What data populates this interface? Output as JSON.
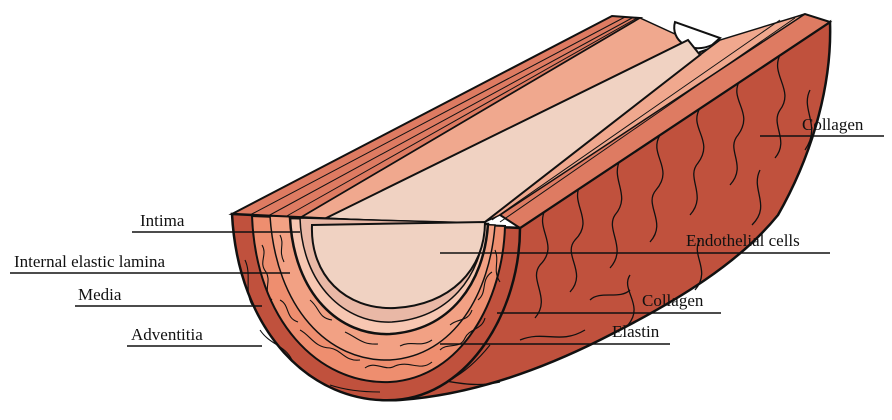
{
  "labels": {
    "intima": "Intima",
    "internal_elastic_lamina": "Internal elastic lamina",
    "media": "Media",
    "adventitia": "Adventitia",
    "collagen_outer": "Collagen",
    "endothelial_cells": "Endothelial cells",
    "collagen_inner": "Collagen",
    "elastin": "Elastin"
  },
  "colors": {
    "adventitia": "#c0513d",
    "adventitia_top": "#de7b62",
    "media": "#ee8e6f",
    "media_band": "#f2a184",
    "intima": "#e9b8a6",
    "lumen": "#f0d2c2",
    "endothelial_cell": "#c99383",
    "outline": "#111111"
  }
}
